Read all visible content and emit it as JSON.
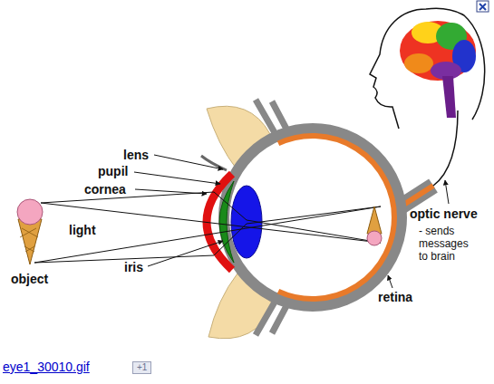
{
  "diagram": {
    "nodes": [
      {
        "text": [
          "+1"
        ]
      }
    ],
    "labels": [
      "lens",
      "pupil",
      "cornea",
      "light",
      "object",
      "iris",
      "optic nerve",
      "- sends messages to brain",
      "retina",
      "eye1_30010.gif"
    ]
  }
}
